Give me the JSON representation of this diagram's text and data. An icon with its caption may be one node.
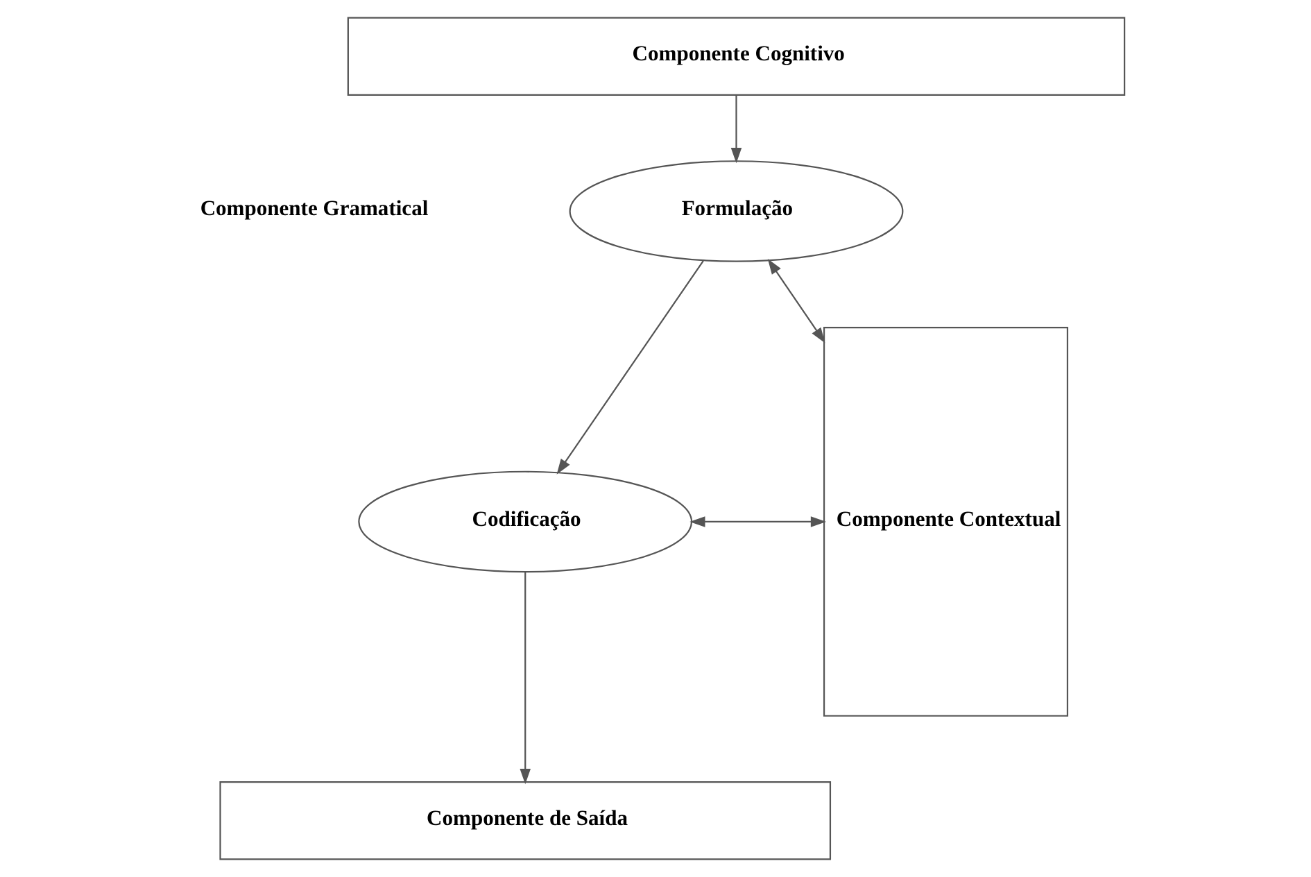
{
  "diagram": {
    "nodes": [
      {
        "text": [
          "Componente Cognitivo"
        ]
      },
      {
        "text": [
          "Formulação"
        ]
      },
      {
        "text": [
          "Codificação"
        ]
      },
      {
        "text": [
          "Componente de Saída"
        ]
      },
      {
        "text": [
          "Componente Contextual"
        ]
      }
    ],
    "edges": [
      {
        "from": 0,
        "to": 1,
        "arrow": "to"
      },
      {
        "from": 1,
        "to": 2,
        "arrow": "to"
      },
      {
        "from": 2,
        "to": 3,
        "arrow": "to"
      },
      {
        "from": 1,
        "to": 4,
        "arrow": "both"
      },
      {
        "from": 2,
        "to": 4,
        "arrow": "both"
      }
    ],
    "labels": [
      "Componente Gramatical"
    ]
  }
}
